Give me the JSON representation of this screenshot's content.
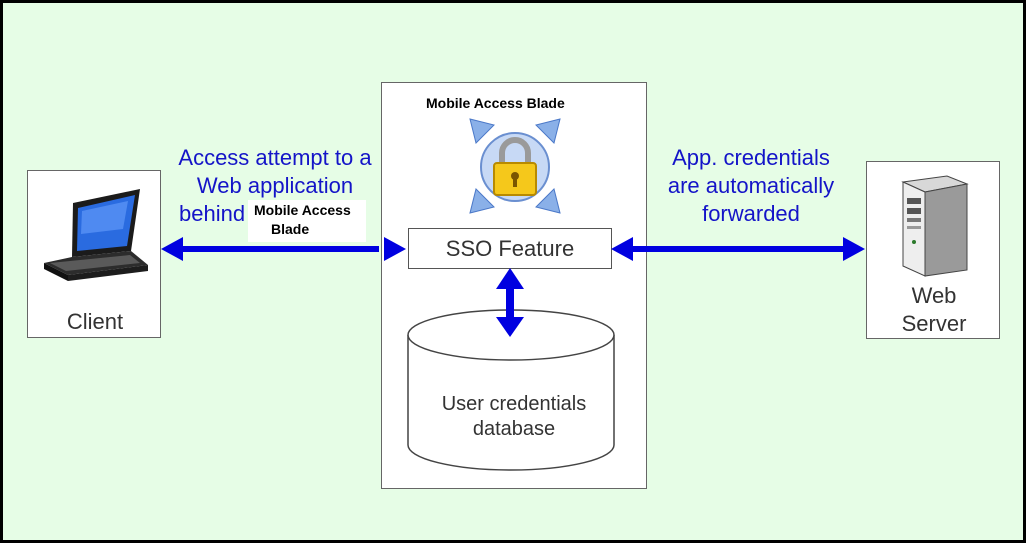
{
  "blade_title": "Mobile Access Blade",
  "client": {
    "label": "Client"
  },
  "web_server": {
    "label_line1": "Web",
    "label_line2": "Server"
  },
  "sso": {
    "label": "SSO Feature"
  },
  "database": {
    "label_line1": "User credentials",
    "label_line2": "database"
  },
  "access_text": {
    "line1": "Access attempt to a",
    "line2": "Web application",
    "line3": "behind"
  },
  "overlay_label": {
    "line1": "Mobile Access",
    "line2": "Blade"
  },
  "forward_text": {
    "line1": "App. credentials",
    "line2": "are automatically",
    "line3": "forwarded"
  },
  "colors": {
    "background": "#e6fde6",
    "arrow": "#0000e0",
    "text_blue": "#1414c8"
  },
  "icons": {
    "client": "laptop-icon",
    "server": "server-tower-icon",
    "blade": "padlock-icon"
  }
}
